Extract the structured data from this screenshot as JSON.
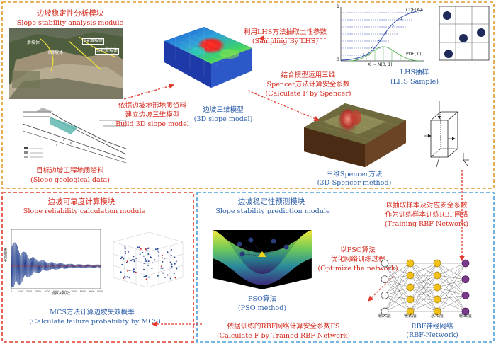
{
  "slope_analysis": {
    "title_cn": "边坡稳定性分析模块",
    "title_en": "Slope stability analysis module",
    "photo_labels": [
      "滑坡体",
      "1#滑坡体",
      "Ⅱ滑坡体",
      "沙坝滑坡体"
    ],
    "geology_caption_cn": "目标边坡工程地质资料",
    "geology_caption_en": "(Slope geological data)",
    "build_cn_1": "依据边坡地形地质资料",
    "build_cn_2": "建立边坡三维模型",
    "build_en": "Build 3D slope model",
    "model_cn": "边坡三维模型",
    "model_en": "(3D slope model)",
    "lhs_param_cn": "利用LHS方法抽取土性参数",
    "lhs_param_en": "(Sampling By LHS)",
    "lhs_sample_cn": "LHS抽样",
    "lhs_sample_en": "(LHS Sample)",
    "spencer_calc_cn_1": "结合模型运用三维",
    "spencer_calc_cn_2": "Spencer方法计算安全系数",
    "spencer_calc_en": "(Calculate F by Spencer)",
    "spencer3d_cn": "三维Spencer方法",
    "spencer3d_en": "(3D-Spencer method)",
    "cdf_labels": {
      "y_top": "1",
      "y_bottom": "0",
      "cdf": "CDF(Xᵢ)",
      "pdf": "PDF(Xᵢ)",
      "x": "Xᵢ ~ N(0, 1)"
    }
  },
  "reliability": {
    "title_cn": "边坡可靠度计算模块",
    "title_en": "Slope reliability calculation module",
    "mcs_cn": "MCS方法计算边坡失效概率",
    "mcs_en": "(Calculate failure probability by MCS)",
    "mcs_xlabel": "模拟次数/次",
    "mcs_ylabel": "失效概率",
    "mcs_xticks": [
      "0",
      "1000",
      "2000",
      "3000",
      "4000",
      "5000",
      "6000",
      "7000",
      "8000",
      "9000",
      "10000"
    ]
  },
  "prediction": {
    "title_cn": "边坡稳定性预测模块",
    "title_en": "Slope stability prediction module",
    "pso_cn": "PSO算法",
    "pso_en": "(PSO method)",
    "pso_opt_cn_1": "以PSO算法",
    "pso_opt_cn_2": "优化网络训练过程",
    "pso_opt_en": "(Optimize the network)",
    "train_cn_1": "以抽取样本及对应安全系数",
    "train_cn_2": "作为训练样本训练RBF网络",
    "train_en": "(Training RBF Network)",
    "rbf_cn": "RBF神经网络",
    "rbf_en": "(RBF-Network)",
    "rbf_layers": [
      "输入层",
      "模式层",
      "求和层",
      "输出层"
    ],
    "trained_cn": "依据训练的RBF网络计算安全系数FS",
    "trained_en": "(Calculate F by Trained RBF Network)"
  },
  "colors": {
    "orange_dash": "#e39a2a",
    "red_dash": "#e23b2f",
    "blue_dash": "#4a9fdc",
    "red_text": "#d42a1e",
    "blue_text": "#2c5fa8"
  }
}
